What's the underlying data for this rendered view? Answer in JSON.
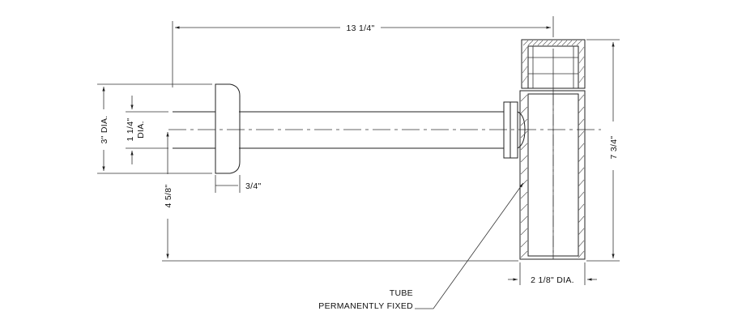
{
  "dimensions": {
    "overall_length": "13 1/4\"",
    "overall_height": "7 3/4\"",
    "flange_dia": "3\" DIA.",
    "inlet_dia_value": "1 1/4\"",
    "inlet_dia_label": "DIA.",
    "inlet_height": "4 5/8\"",
    "flange_thickness": "3/4\"",
    "body_dia": "2 1/8\" DIA."
  },
  "callout": {
    "line1": "TUBE",
    "line2": "PERMANENTLY  FIXED"
  }
}
